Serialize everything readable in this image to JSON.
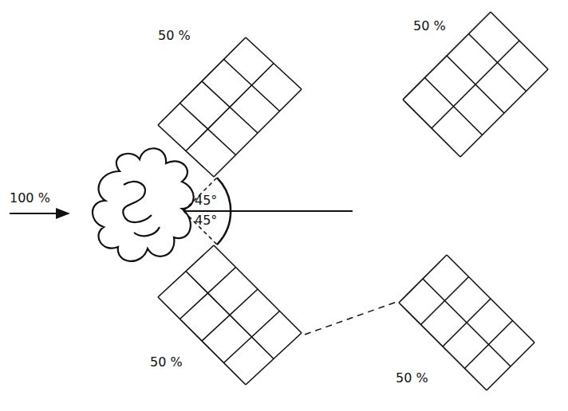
{
  "diagram": {
    "labels": [
      "100 %",
      "45°",
      "45°",
      "50 %",
      "50 %",
      "50 %",
      "50 %"
    ]
  }
}
